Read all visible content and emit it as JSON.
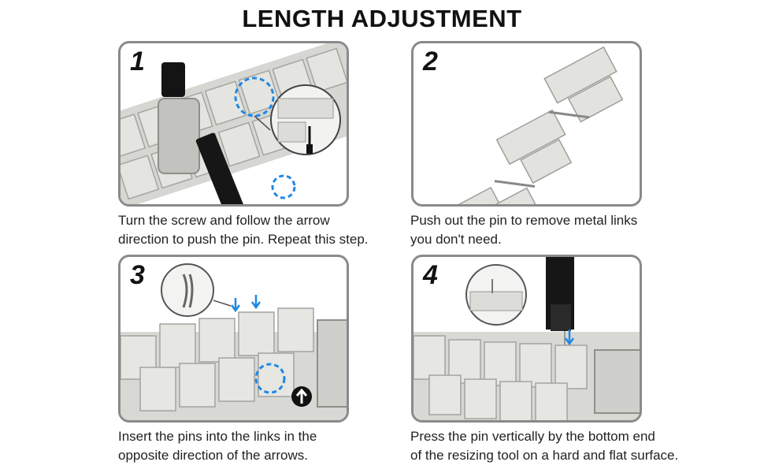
{
  "title": "LENGTH ADJUSTMENT",
  "steps": [
    {
      "number": "1",
      "line1": "Turn the screw and follow the arrow",
      "line2": "direction to push the pin. Repeat this step."
    },
    {
      "number": "2",
      "line1": "Push out the pin to remove metal links",
      "line2": "you don't need."
    },
    {
      "number": "3",
      "line1": "Insert the pins into the links in the",
      "line2": "opposite direction of the arrows."
    },
    {
      "number": "4",
      "line1": "Press the pin vertically by the bottom end",
      "line2": "of the resizing tool on a hard and flat surface."
    }
  ],
  "colors": {
    "accent": "#1e88e5",
    "metal": "#cfcfcc",
    "tool": "#1a1a1a",
    "border": "#8a8a8a"
  }
}
